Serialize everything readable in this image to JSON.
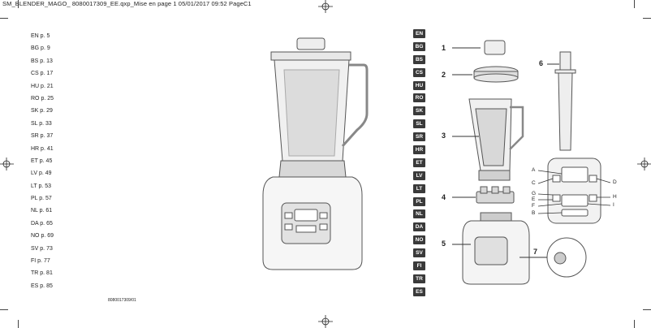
{
  "header": {
    "text": "SM_BLENDER_MAGO_ 8080017309_EE.qxp_Mise en page 1  05/01/2017  09:52  PageC1"
  },
  "toc": [
    "EN p. 5",
    "BG p. 9",
    "BS p. 13",
    "CS p. 17",
    "HU p. 21",
    "RO p. 25",
    "SK p. 29",
    "SL p. 33",
    "SR p. 37",
    "HR p. 41",
    "ET p. 45",
    "LV p. 49",
    "LT p. 53",
    "PL p. 57",
    "NL p. 61",
    "DA p. 65",
    "NO p. 69",
    "SV p. 73",
    "FI p. 77",
    "TR p. 81",
    "ES p. 85"
  ],
  "product_code": "8080017309/01",
  "language_tabs": [
    "EN",
    "BG",
    "BS",
    "CS",
    "HU",
    "RO",
    "SK",
    "SL",
    "SR",
    "HR",
    "ET",
    "LV",
    "LT",
    "PL",
    "NL",
    "DA",
    "NO",
    "SV",
    "FI",
    "TR",
    "ES"
  ],
  "part_numbers": {
    "p1": "1",
    "p2": "2",
    "p3": "3",
    "p4": "4",
    "p5": "5",
    "p6": "6",
    "p7": "7"
  },
  "panel_letters": {
    "a": "A",
    "b": "B",
    "c": "C",
    "d": "D",
    "e": "E",
    "f": "F",
    "g": "G",
    "h": "H",
    "i": "I"
  }
}
